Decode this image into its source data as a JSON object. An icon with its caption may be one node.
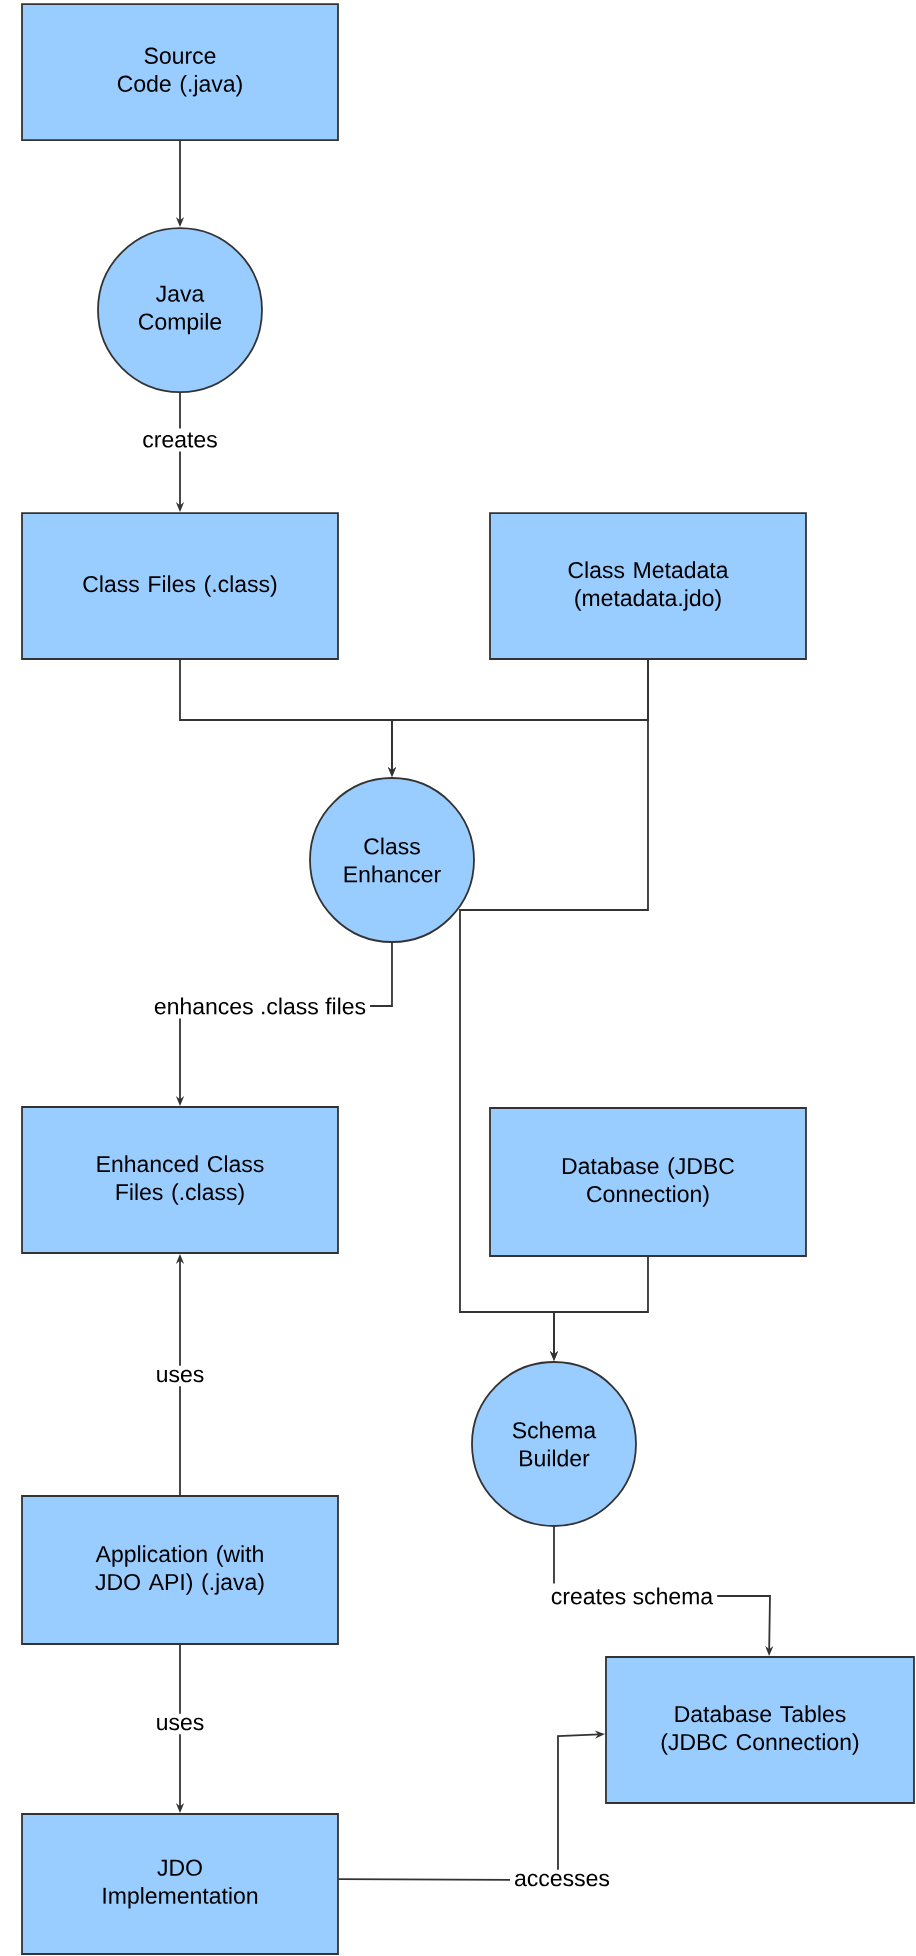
{
  "diagram": {
    "nodes": [
      {
        "text": [
          "Source Code (.java)"
        ]
      },
      {
        "text": [
          "Java Compile"
        ]
      },
      {
        "text": [
          "Class Files (.class)"
        ]
      },
      {
        "text": [
          "Class Metadata (metadata.jdo)"
        ]
      },
      {
        "text": [
          "Class Enhancer"
        ]
      },
      {
        "text": [
          "Enhanced Class Files (.class)"
        ]
      },
      {
        "text": [
          "Database (JDBC Connection)"
        ]
      },
      {
        "text": [
          "Schema Builder"
        ]
      },
      {
        "text": [
          "Application (with JDO API) (.java)"
        ]
      },
      {
        "text": [
          "Database Tables (JDBC Connection)"
        ]
      },
      {
        "text": [
          "JDO Implementation"
        ]
      }
    ],
    "edges": [
      {
        "from": 0,
        "to": 1,
        "arrow": "to"
      },
      {
        "from": 1,
        "to": 2,
        "arrow": "to",
        "label": "creates"
      },
      {
        "from": 2,
        "to": 4,
        "arrow": "to"
      },
      {
        "from": 3,
        "to": 4,
        "arrow": "to"
      },
      {
        "from": 4,
        "to": 5,
        "arrow": "to",
        "label": "enhances .class files"
      },
      {
        "from": 3,
        "to": 7,
        "arrow": "to"
      },
      {
        "from": 6,
        "to": 7,
        "arrow": "to"
      },
      {
        "from": 8,
        "to": 5,
        "arrow": "to",
        "label": "uses"
      },
      {
        "from": 8,
        "to": 10,
        "arrow": "to",
        "label": "uses"
      },
      {
        "from": 7,
        "to": 9,
        "arrow": "to",
        "label": "creates schema"
      },
      {
        "from": 10,
        "to": 9,
        "arrow": "to",
        "label": "accesses"
      }
    ]
  }
}
